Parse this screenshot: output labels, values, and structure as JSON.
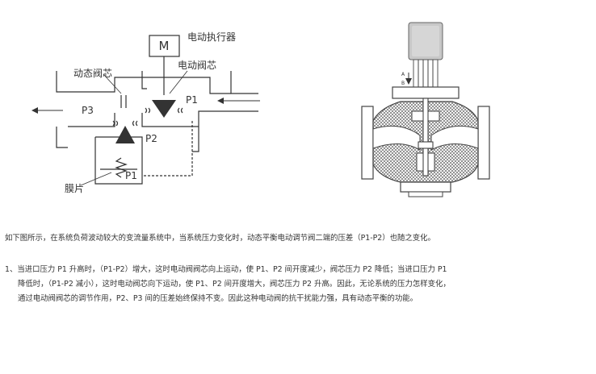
{
  "diagram": {
    "motor_letter": "M",
    "actuator_label": "电动执行器",
    "dynamic_spool_label": "动态阀芯",
    "electric_spool_label": "电动阀芯",
    "p1_label": "P1",
    "p2_label": "P2",
    "p3_label": "P3",
    "p1_chamber_label": "P1",
    "diaphragm_label": "膜片",
    "valve_mark_a": "A",
    "valve_mark_b": "B"
  },
  "text": {
    "intro": "如下图所示，在系统负荷波动较大的变流量系统中，当系统压力变化时，动态平衡电动调节阀二端的压差（P1-P2）也随之变化。",
    "point1_line1": "1、当进口压力 P1 升高时，（P1-P2）增大，这时电动阀阀芯向上运动，使 P1、P2 间开度减少，阀芯压力 P2 降低；当进口压力 P1",
    "point1_line2": "降低时，（P1-P2 减小），这时电动阀芯向下运动，使 P1、P2 间开度增大，阀芯压力 P2 升高。因此，无论系统的压力怎样变化，",
    "point1_line3": "通过电动阀阀芯的调节作用，P2、P3 间的压差始终保持不变。因此这种电动阀的抗干扰能力强，具有动态平衡的功能。"
  }
}
